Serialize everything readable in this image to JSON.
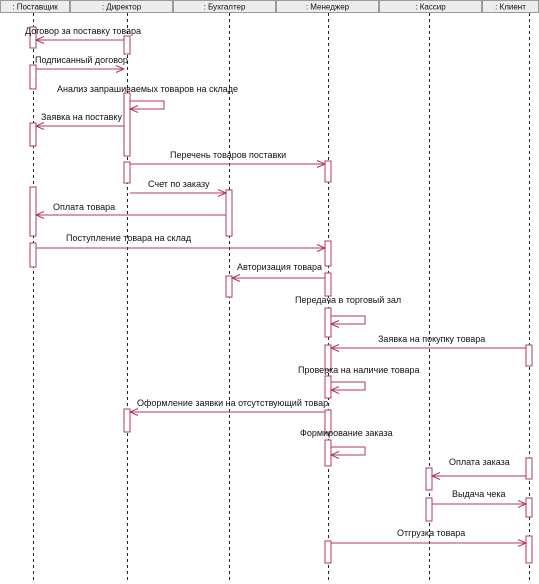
{
  "participants": [
    {
      "id": "supplier",
      "label": ": Поставщик"
    },
    {
      "id": "director",
      "label": ": Директор"
    },
    {
      "id": "accountant",
      "label": ": Бухгалтер"
    },
    {
      "id": "manager",
      "label": ": Менеджер"
    },
    {
      "id": "cashier",
      "label": ": Кассир"
    },
    {
      "id": "client",
      "label": ": Клиент"
    }
  ],
  "messages": [
    {
      "from": "director",
      "to": "supplier",
      "label": "Договор за поставку товара"
    },
    {
      "from": "supplier",
      "to": "director",
      "label": "Подписанный договор"
    },
    {
      "from": "director",
      "to": "director",
      "label": "Анализ запрашиваемых товаров на складе"
    },
    {
      "from": "director",
      "to": "supplier",
      "label": "Заявка на поставку"
    },
    {
      "from": "director",
      "to": "manager",
      "label": "Перечень товаров поставки"
    },
    {
      "from": "director",
      "to": "accountant",
      "label": "Счет по заказу"
    },
    {
      "from": "accountant",
      "to": "supplier",
      "label": "Оплата товара"
    },
    {
      "from": "supplier",
      "to": "manager",
      "label": "Поступление товара на склад"
    },
    {
      "from": "manager",
      "to": "accountant",
      "label": "Авторизация товара"
    },
    {
      "from": "manager",
      "to": "manager",
      "label": "Передача в торговый зал"
    },
    {
      "from": "client",
      "to": "manager",
      "label": "Заявка на покупку товара"
    },
    {
      "from": "manager",
      "to": "manager",
      "label": "Проверка на наличие товара"
    },
    {
      "from": "manager",
      "to": "director",
      "label": "Оформление заявки на отсутствующий товар"
    },
    {
      "from": "manager",
      "to": "manager",
      "label": "Формирование заказа"
    },
    {
      "from": "client",
      "to": "cashier",
      "label": "Оплата заказа"
    },
    {
      "from": "cashier",
      "to": "client",
      "label": "Выдача чека"
    },
    {
      "from": "manager",
      "to": "client",
      "label": "Отгрузка товара"
    }
  ]
}
